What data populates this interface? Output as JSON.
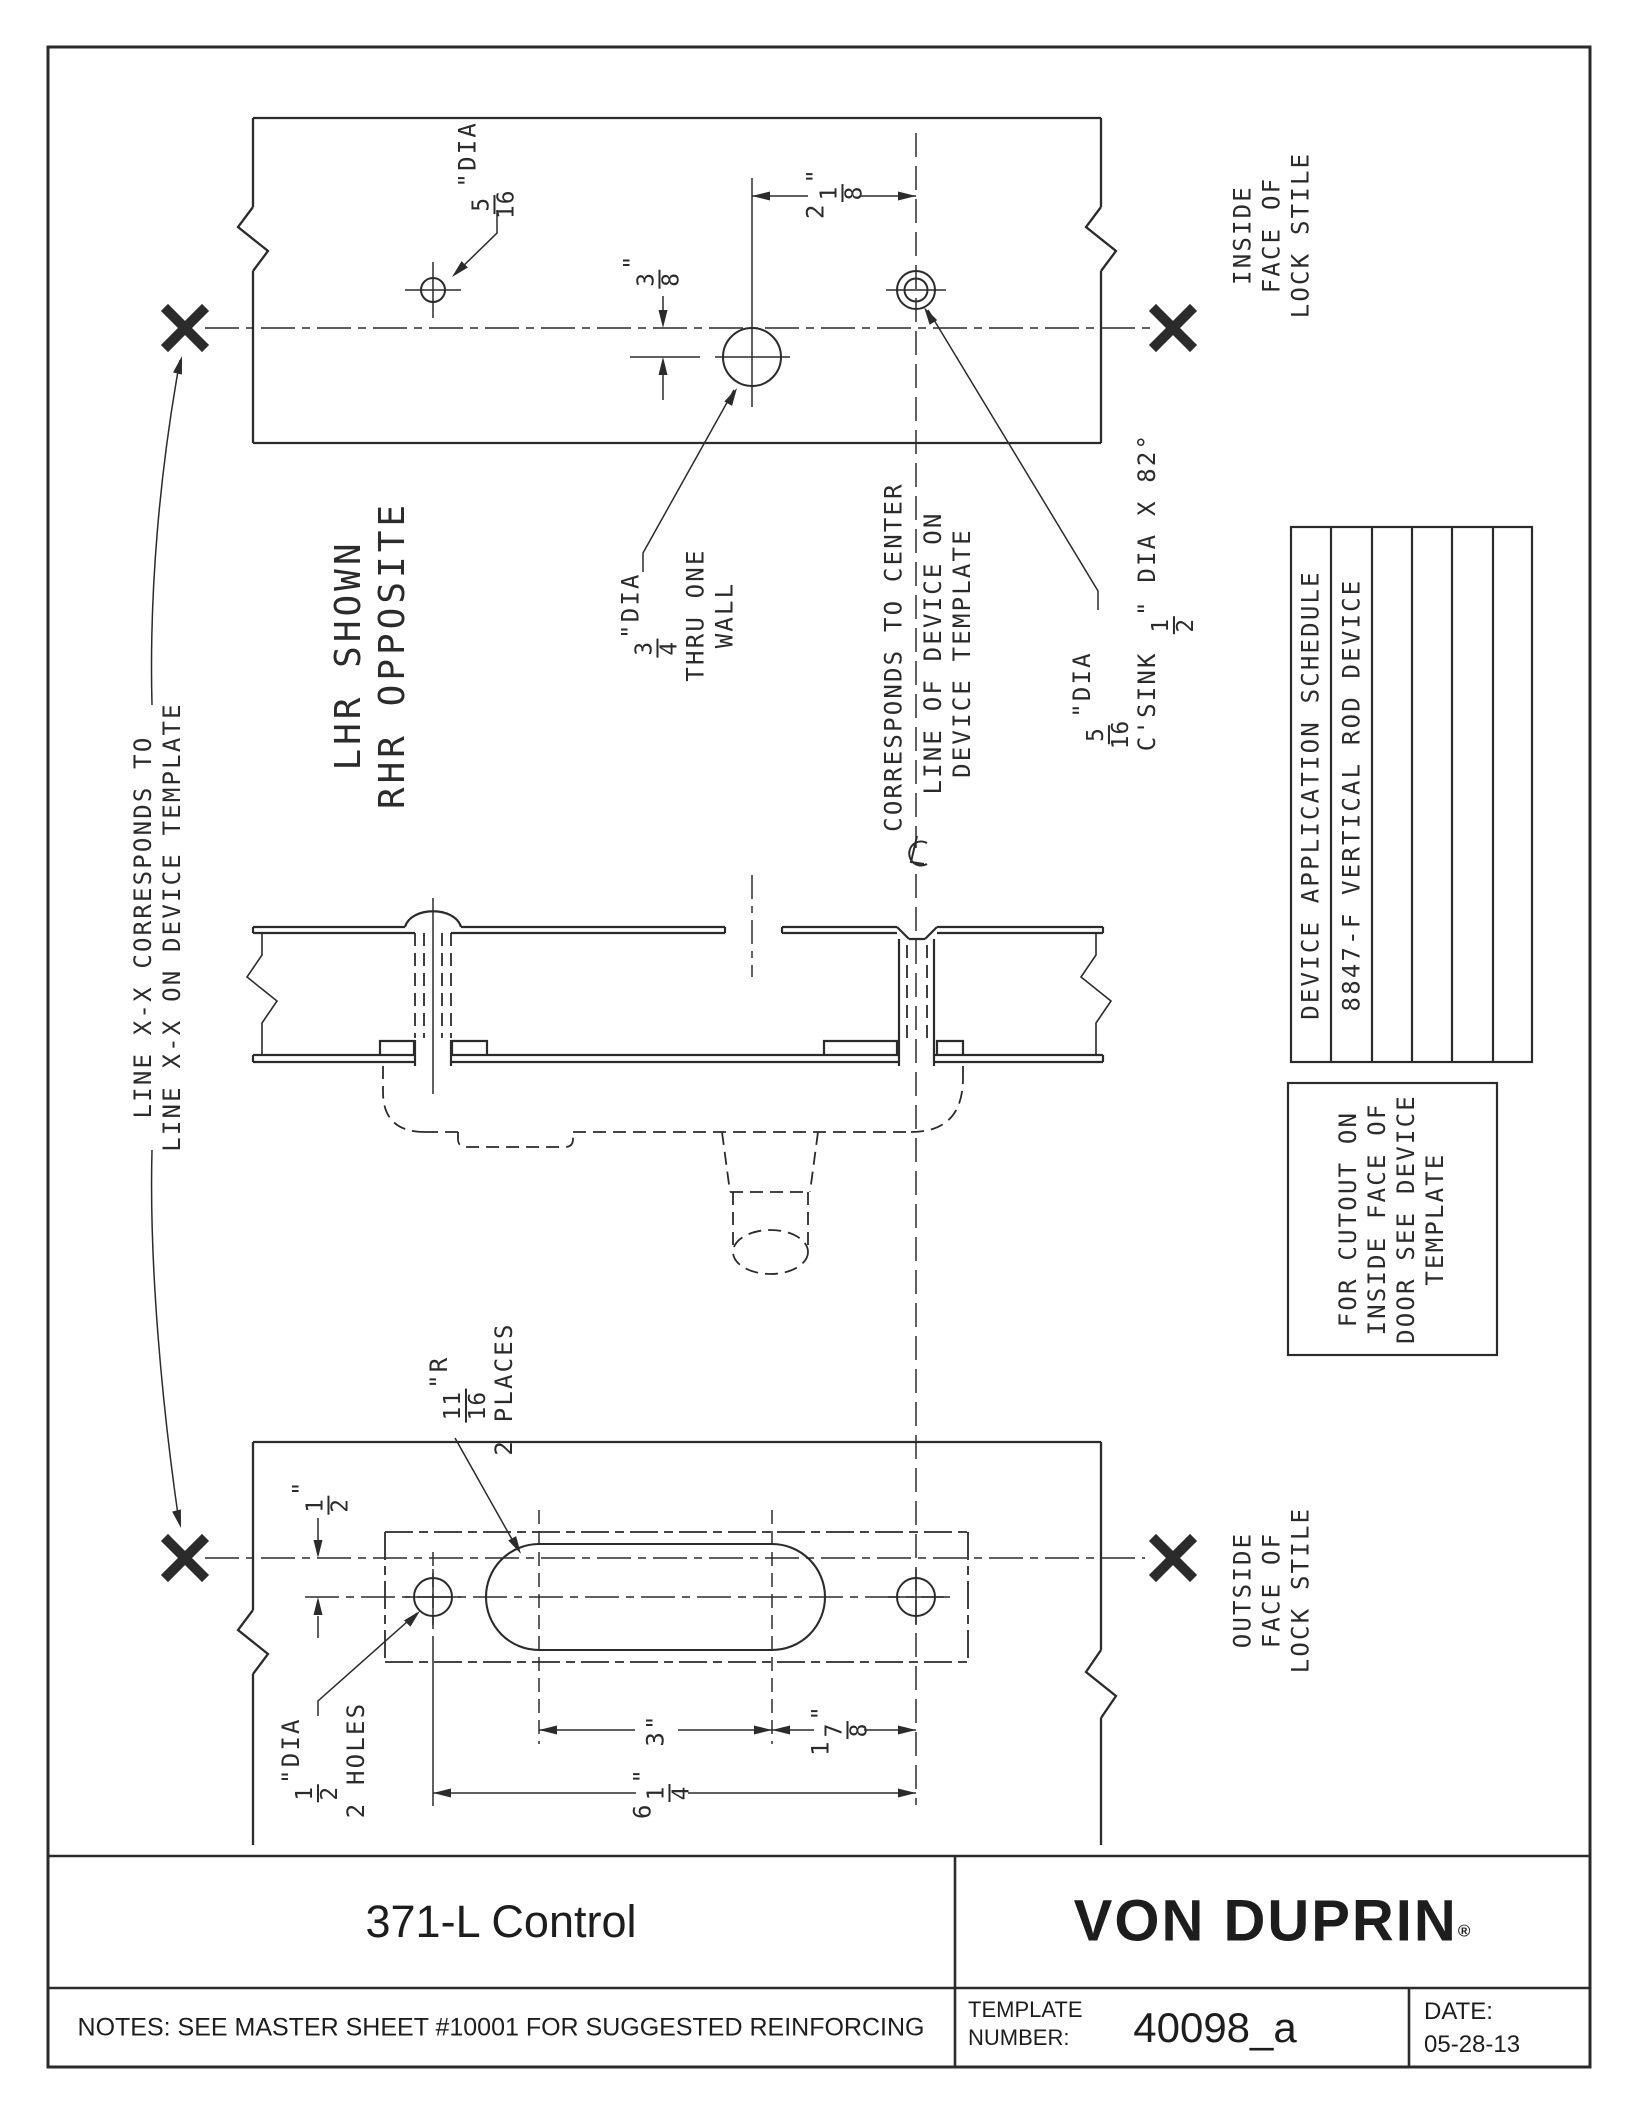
{
  "sheet": {
    "title": "371-L Control",
    "brand": "VON DUPRIN",
    "brand_reg": "®",
    "notes": "NOTES: SEE MASTER SHEET #10001 FOR SUGGESTED REINFORCING",
    "template_label": "TEMPLATE\nNUMBER:",
    "template_number": "40098_a",
    "date_label": "DATE:",
    "date_value": "05-28-13"
  },
  "schedule": {
    "title": "DEVICE APPLICATION SCHEDULE",
    "device": "8847-F VERTICAL ROD DEVICE"
  },
  "cutout_note": "FOR CUTOUT ON\nINSIDE FACE OF\nDOOR SEE DEVICE\nTEMPLATE",
  "views": {
    "top_label": "INSIDE\nFACE OF\nLOCK STILE",
    "bottom_label": "OUTSIDE\nFACE OF\nLOCK STILE",
    "hand_note": "LHR SHOWN\nRHR OPPOSITE",
    "line_xx_note": "LINE X-X CORRESPONDS TO\nLINE X-X ON DEVICE TEMPLATE",
    "centerline_note_1": "CORRESPONDS TO CENTER",
    "centerline_note_2": "LINE OF DEVICE ON\nDEVICE TEMPLATE"
  },
  "dims": {
    "hole_516": "{5/16}\"DIA",
    "offset_38": "{3/8}\"",
    "dim_2_18": "2{1/8}\"",
    "thru_wall": "{3/4}\"DIA\nTHRU ONE\nWALL",
    "csink": "{5/16}\"DIA\nC'SINK {1/2}\" DIA X 82°",
    "radius": "{11/16}\"R\n2 PLACES",
    "offset_12": "{1/2}\"",
    "holes_12": "{1/2}\"DIA\n2 HOLES",
    "dim_3": "3\"",
    "dim_1_78": "1{7/8}\"",
    "dim_6_14": "6{1/4}\""
  }
}
